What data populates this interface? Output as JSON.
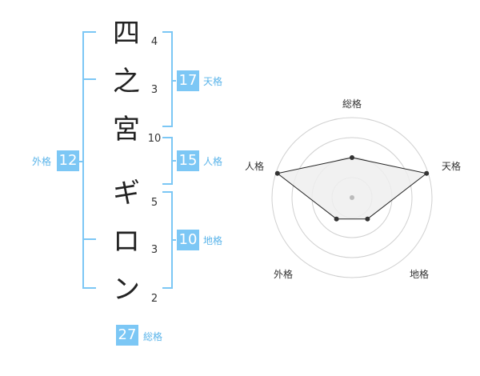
{
  "name_chars": [
    {
      "char": "四",
      "strokes": "4"
    },
    {
      "char": "之",
      "strokes": "3"
    },
    {
      "char": "宮",
      "strokes": "10"
    },
    {
      "char": "ギ",
      "strokes": "5"
    },
    {
      "char": "ロ",
      "strokes": "3"
    },
    {
      "char": "ン",
      "strokes": "2"
    }
  ],
  "kakusu": {
    "tenkaku": {
      "value": "17",
      "label": "天格"
    },
    "jinkaku": {
      "value": "15",
      "label": "人格"
    },
    "chikaku": {
      "value": "10",
      "label": "地格"
    },
    "gaikaku": {
      "value": "12",
      "label": "外格"
    },
    "soukaku": {
      "value": "27",
      "label": "総格"
    }
  },
  "radar": {
    "axes": [
      "総格",
      "天格",
      "地格",
      "外格",
      "人格"
    ],
    "values": [
      0.5,
      0.98,
      0.33,
      0.33,
      0.98
    ],
    "rings": 4,
    "colors": {
      "fill": "#efefef",
      "stroke": "#222222",
      "rings": "#d0d0d0",
      "center": "#bbbbbb"
    }
  },
  "colors": {
    "accent": "#7cc7f5",
    "bracket": "#7cc7f5",
    "accent_text": "#5ab4ea"
  }
}
